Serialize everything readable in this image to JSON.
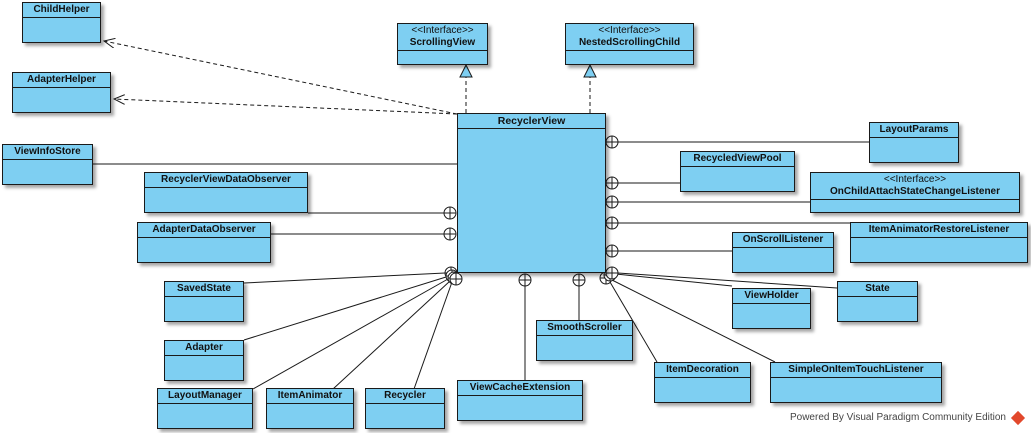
{
  "classes": {
    "childhelper": "ChildHelper",
    "adapterhelper": "AdapterHelper",
    "viewinfostore": "ViewInfoStore",
    "recyclerviewdataobserver": "RecyclerViewDataObserver",
    "adapterdataobserver": "AdapterDataObserver",
    "savedstate": "SavedState",
    "adapter": "Adapter",
    "layoutmanager": "LayoutManager",
    "itemanimator": "ItemAnimator",
    "recycler": "Recycler",
    "viewcacheextension": "ViewCacheExtension",
    "smoothscroller": "SmoothScroller",
    "itemdecoration": "ItemDecoration",
    "simpleonitemtouchlistener": "SimpleOnItemTouchListener",
    "viewholder": "ViewHolder",
    "state": "State",
    "onscrolllistener": "OnScrollListener",
    "itemanimatorrestorelistener": "ItemAnimatorRestoreListener",
    "onchildattachstatechangelistener": "OnChildAttachStateChangeListener",
    "recycledviewpool": "RecycledViewPool",
    "layoutparams": "LayoutParams",
    "scrollingview": "ScrollingView",
    "nestedscrollingchild": "NestedScrollingChild",
    "recyclerview": "RecyclerView"
  },
  "stereotypes": {
    "interface": "<<Interface>>"
  },
  "footer": {
    "text": "Powered By Visual Paradigm Community Edition"
  },
  "colors": {
    "class_fill": "#7ecff2",
    "line": "#1a1a1a"
  }
}
